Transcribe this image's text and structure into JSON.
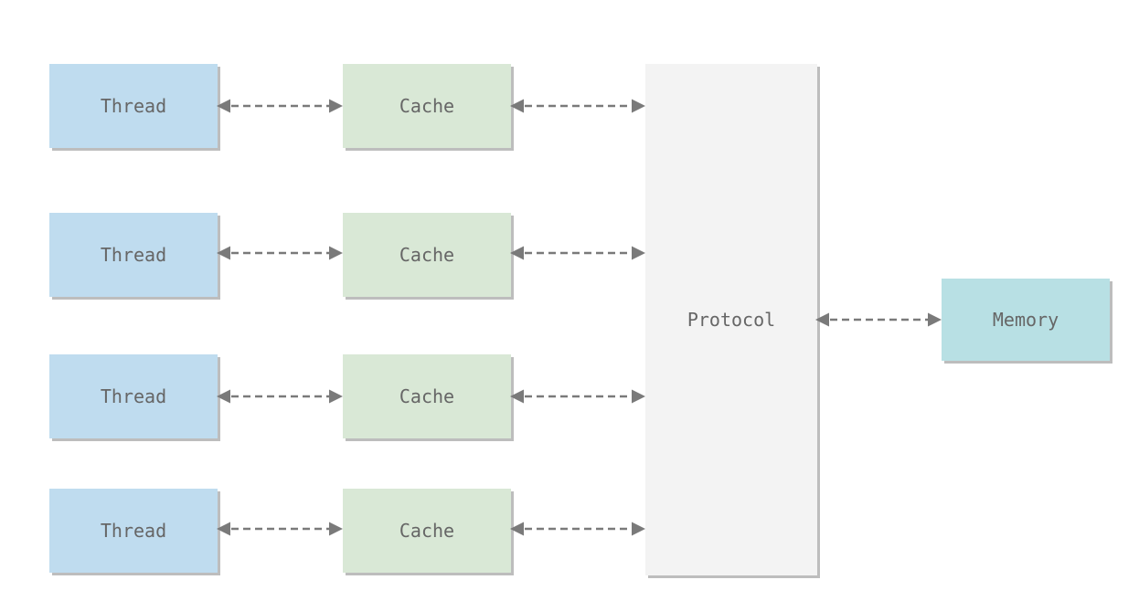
{
  "colors": {
    "thread": "#bfdcef",
    "cache": "#d9e8d6",
    "protocol": "#f3f3f3",
    "memory": "#b8e0e4",
    "arrow": "#7a7a7a",
    "text": "#666666"
  },
  "threads": [
    "Thread",
    "Thread",
    "Thread",
    "Thread"
  ],
  "caches": [
    "Cache",
    "Cache",
    "Cache",
    "Cache"
  ],
  "protocol": "Protocol",
  "memory": "Memory"
}
